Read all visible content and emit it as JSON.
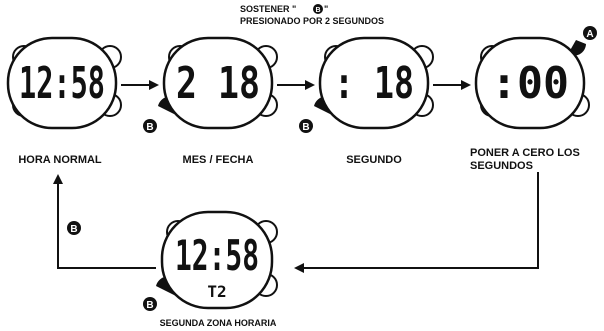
{
  "watch_faces": [
    {
      "display": "12:58",
      "sub": ""
    },
    {
      "display": "2 18",
      "sub": ""
    },
    {
      "display": ": 18",
      "sub": ""
    },
    {
      "display": ":00",
      "sub": ""
    },
    {
      "display": "12:58",
      "sub": "T2"
    }
  ],
  "labels": {
    "normal_time": "HORA NORMAL",
    "month_date": "MES / FECHA",
    "seconds": "SEGUNDO",
    "reset_line1": "PONER A CERO LOS",
    "reset_line2": "SEGUNDOS",
    "second_timezone": "SEGUNDA ZONA HORARIA",
    "hold_line1_pre": "SOSTENER \"",
    "hold_line1_post": "\"",
    "hold_line2": "PRESIONADO POR 2 SEGUNDOS"
  },
  "buttons": {
    "a": "A",
    "b": "B"
  }
}
